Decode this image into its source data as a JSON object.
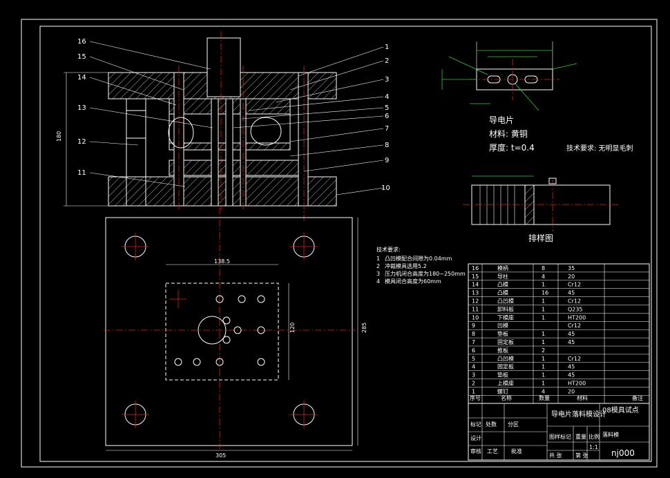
{
  "colors": {
    "background": "#000000",
    "lines": "#ffffff",
    "centerlines": "#e02020",
    "dimensions": "#2fd02f"
  },
  "part_labels": [
    "1",
    "2",
    "3",
    "4",
    "5",
    "6",
    "7",
    "8",
    "9",
    "10",
    "11",
    "12",
    "13",
    "14",
    "15",
    "16"
  ],
  "dims": {
    "die_height": "180",
    "plate_width": "305",
    "plate_height": "285",
    "inner_width": "138.5",
    "inner_height": "120"
  },
  "tech_req": {
    "title": "技术要求:",
    "items": [
      {
        "no": "1",
        "text": "凸凹模配合间隙为0.04mm"
      },
      {
        "no": "2",
        "text": "冲裁模具选用5.2"
      },
      {
        "no": "3",
        "text": "压力机闭合高度为180~250mm"
      },
      {
        "no": "4",
        "text": "模具闭合高度为60mm"
      }
    ]
  },
  "part_info": {
    "name": "导电片",
    "material": "材料: 黄铜",
    "thickness": "厚度: t=0.4",
    "requirement": "技术要求: 无明显毛刺"
  },
  "layout_title": "排样图",
  "bom": {
    "rows": [
      {
        "no": "16",
        "name": "模柄",
        "qty": "8",
        "mat": "35"
      },
      {
        "no": "15",
        "name": "导柱",
        "qty": "4",
        "mat": "20"
      },
      {
        "no": "14",
        "name": "凸模",
        "qty": "1",
        "mat": "Cr12"
      },
      {
        "no": "13",
        "name": "凸模",
        "qty": "16",
        "mat": "45"
      },
      {
        "no": "12",
        "name": "凸凹模",
        "qty": "1",
        "mat": "Cr12"
      },
      {
        "no": "11",
        "name": "卸料板",
        "qty": "1",
        "mat": "Q235"
      },
      {
        "no": "10",
        "name": "下模座",
        "qty": "1",
        "mat": "HT200"
      },
      {
        "no": "9",
        "name": "凹模",
        "qty": "",
        "mat": "Cr12"
      },
      {
        "no": "8",
        "name": "垫板",
        "qty": "1",
        "mat": "45"
      },
      {
        "no": "7",
        "name": "固定板",
        "qty": "1",
        "mat": "45"
      },
      {
        "no": "6",
        "name": "推板",
        "qty": "2",
        "mat": ""
      },
      {
        "no": "5",
        "name": "凸凹模",
        "qty": "1",
        "mat": "Cr12"
      },
      {
        "no": "4",
        "name": "固定板",
        "qty": "1",
        "mat": "45"
      },
      {
        "no": "3",
        "name": "垫板",
        "qty": "1",
        "mat": "45"
      },
      {
        "no": "2",
        "name": "上模座",
        "qty": "1",
        "mat": "HT200"
      },
      {
        "no": "1",
        "name": "螺钉",
        "qty": "4",
        "mat": "20"
      }
    ],
    "head": {
      "no": "序号",
      "name": "名称",
      "qty": "数量",
      "mat": "材料",
      "note": "备注"
    }
  },
  "title_block": {
    "design": "导电片落料模设计",
    "school": "08模具试点",
    "sub": "落料模",
    "scale": "1:1",
    "drawing_no": "nj000",
    "labels": [
      "标记",
      "处数",
      "分区",
      "设计",
      "审核",
      "工艺",
      "批准",
      "图样标记",
      "重量",
      "比例",
      "共 张",
      "第 张"
    ]
  }
}
